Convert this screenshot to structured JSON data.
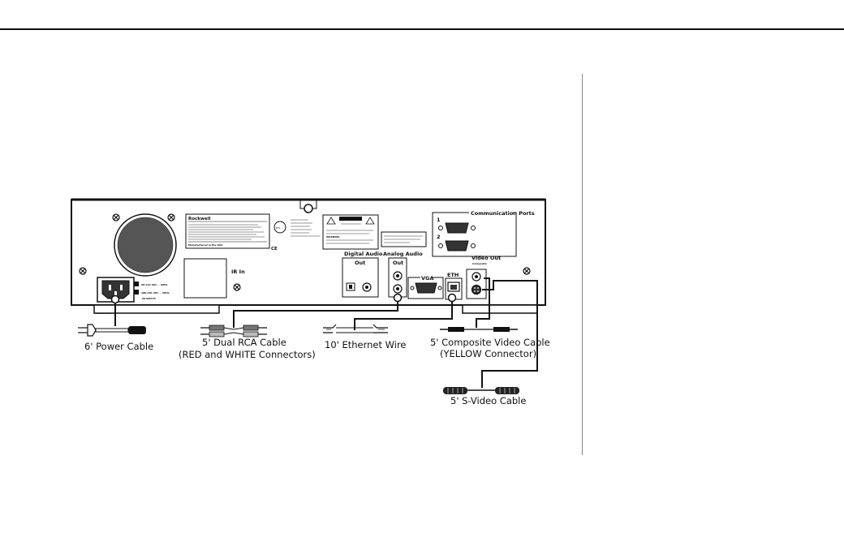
{
  "device": {
    "brand_label": "Rockwell",
    "manufactured": "Manufactured in the USA",
    "caution_title": "CAUTION",
    "warning_label": "WARNING",
    "power_spec_1": "90-132 VAC ~ 60Hz",
    "power_spec_2": "180-264 VAC ~ 50Hz",
    "power_watts": "60 WATTS",
    "ir_in": "IR In",
    "digital_audio": "Digital Audio",
    "digital_out": "Out",
    "analog_audio": "Analog Audio",
    "analog_out": "Out",
    "vga": "VGA",
    "eth": "ETH",
    "video_out": "Video Out",
    "composite": "Composite",
    "comm_ports": "Communication Ports",
    "port_1": "1",
    "port_2": "2"
  },
  "cables": {
    "power": "6' Power Cable",
    "rca_line1": "5' Dual RCA Cable",
    "rca_line2": "(RED and WHITE Connectors)",
    "ethernet": "10' Ethernet Wire",
    "composite_line1": "5' Composite Video Cable",
    "composite_line2": "(YELLOW Connector)",
    "svideo": "5' S-Video Cable"
  }
}
